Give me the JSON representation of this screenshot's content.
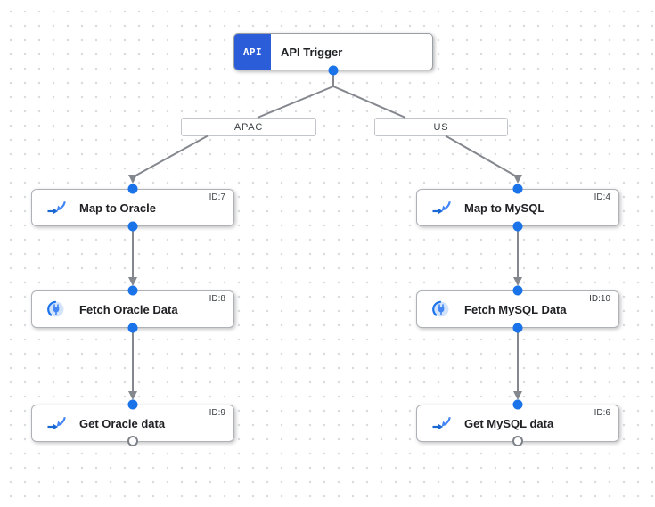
{
  "canvas": {
    "type": "integration-workflow-designer"
  },
  "colors": {
    "accent_blue": "#1a73e8",
    "trigger_badge_blue": "#2b5dd8",
    "icon_blue": "#4285f4",
    "icon_dark_blue": "#1967d2",
    "connector_icon_bg": "#d2e3fc",
    "edge_gray": "#84888e",
    "node_border_gray": "#aeb1b6",
    "grid_dot_gray": "#d9dbde",
    "text_dark": "#202124"
  },
  "trigger": {
    "badge": "API",
    "title": "API Trigger"
  },
  "branches": [
    {
      "label": "APAC"
    },
    {
      "label": "US"
    }
  ],
  "nodes": [
    {
      "title": "Map to Oracle",
      "id_label": "ID:7",
      "icon": "data-mapping-icon"
    },
    {
      "title": "Fetch Oracle Data",
      "id_label": "ID:8",
      "icon": "connector-icon"
    },
    {
      "title": "Get Oracle data",
      "id_label": "ID:9",
      "icon": "data-mapping-icon"
    },
    {
      "title": "Map to MySQL",
      "id_label": "ID:4",
      "icon": "data-mapping-icon"
    },
    {
      "title": "Fetch MySQL Data",
      "id_label": "ID:10",
      "icon": "connector-icon"
    },
    {
      "title": "Get MySQL data",
      "id_label": "ID:6",
      "icon": "data-mapping-icon"
    }
  ]
}
